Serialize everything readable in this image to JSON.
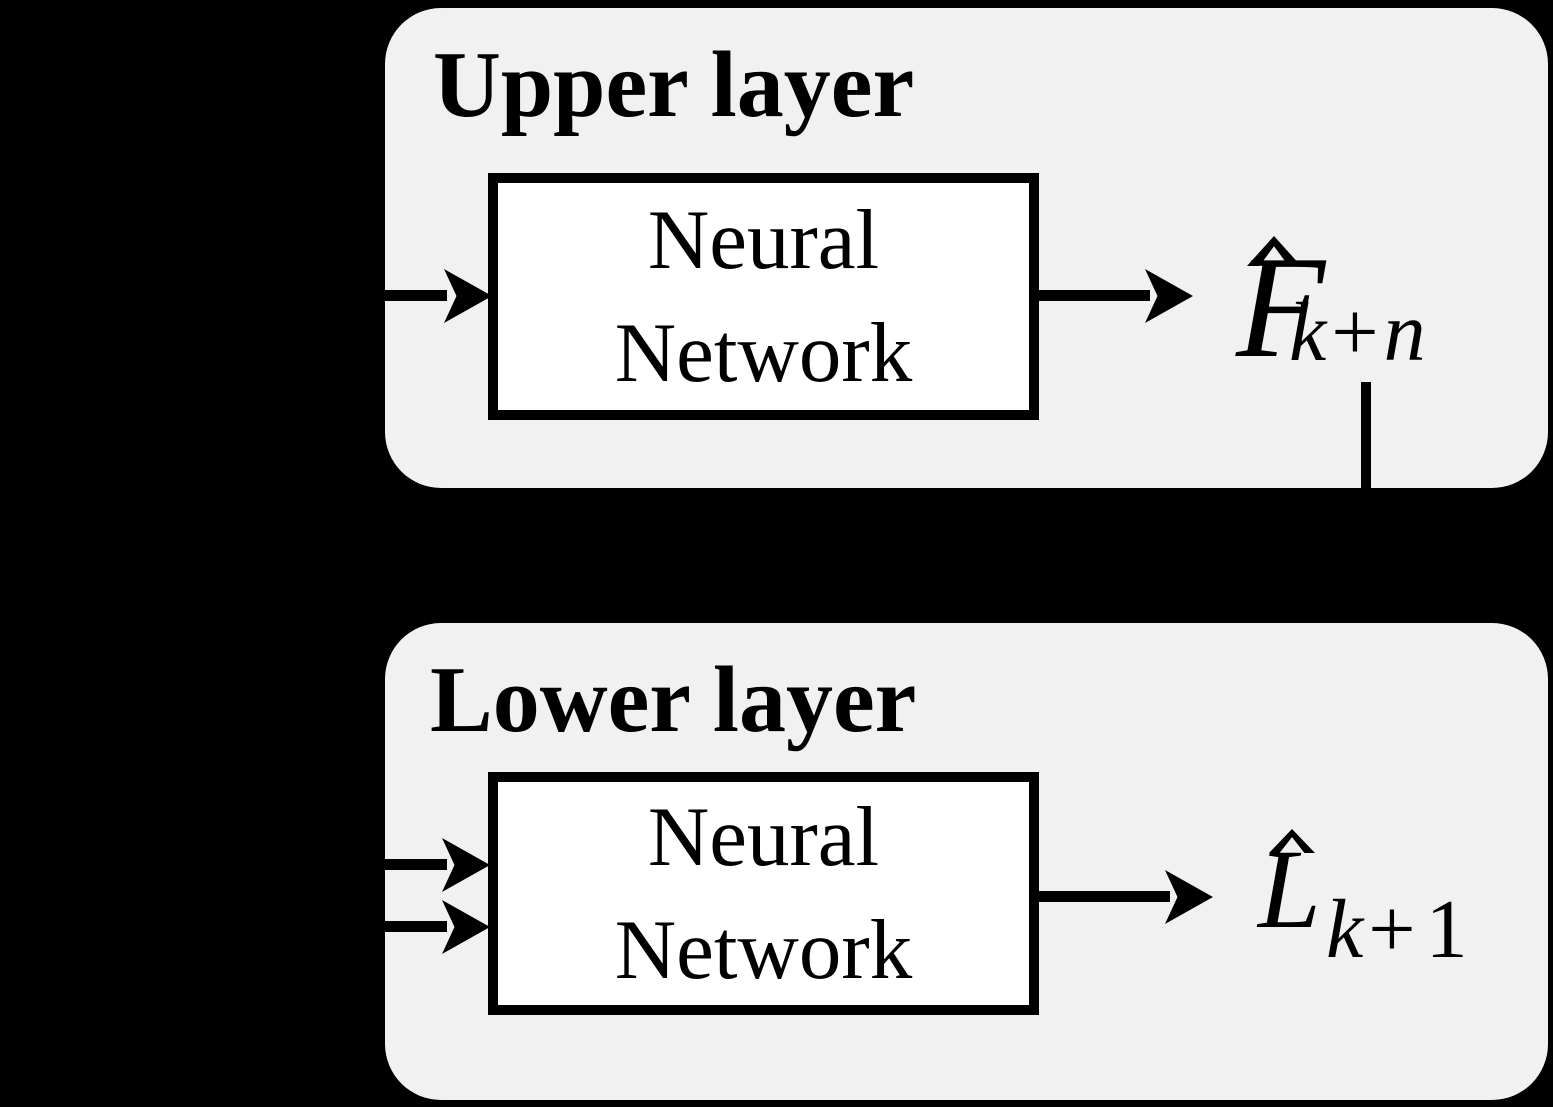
{
  "colors": {
    "background": "#000000",
    "panel_fill": "#f1f1f1",
    "ink": "#000000",
    "nn_box_fill": "#ffffff"
  },
  "upper_layer": {
    "title": "Upper layer",
    "nn_line1": "Neural",
    "nn_line2": "Network",
    "hat_icon": "circumflex",
    "output_symbol": "F",
    "output_sub_k": "k",
    "output_sub_op": "+",
    "output_sub_var": "n"
  },
  "lower_layer": {
    "title": "Lower layer",
    "nn_line1": "Neural",
    "nn_line2": "Network",
    "hat_icon": "circumflex",
    "output_symbol": "L",
    "output_sub_k": "k",
    "output_sub_op": "+",
    "output_sub_var": "1"
  }
}
